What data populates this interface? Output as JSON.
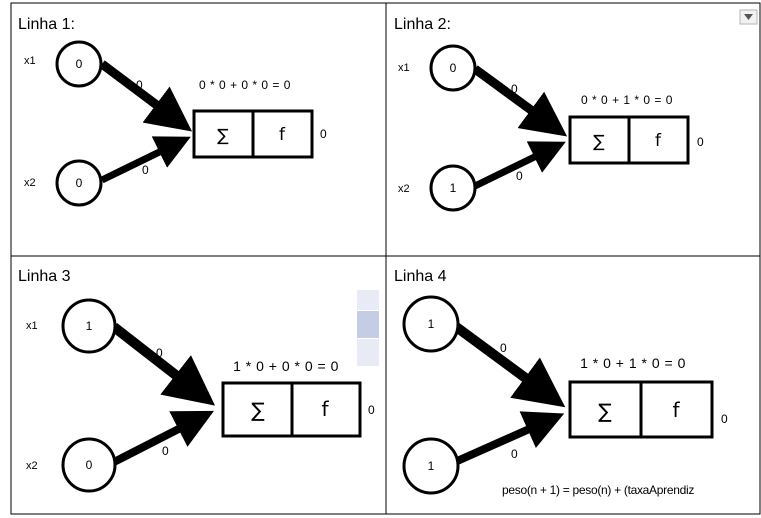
{
  "panels": [
    {
      "title": "Linha 1:",
      "x1_label": "x1",
      "x2_label": "x2",
      "x1_value": "0",
      "x2_value": "0",
      "w1_label": "0",
      "w2_label": "0",
      "equation": "0 * 0 + 0 * 0 = 0",
      "sum_symbol": "∑",
      "func_symbol": "f",
      "output": "0"
    },
    {
      "title": "Linha 2:",
      "x1_label": "x1",
      "x2_label": "x2",
      "x1_value": "0",
      "x2_value": "1",
      "w1_label": "0",
      "w2_label": "0",
      "equation": "0 * 0 + 1 * 0 = 0",
      "sum_symbol": "∑",
      "func_symbol": "f",
      "output": "0"
    },
    {
      "title": "Linha 3",
      "x1_label": "x1",
      "x2_label": "x2",
      "x1_value": "1",
      "x2_value": "0",
      "w1_label": "0",
      "w2_label": "0",
      "equation": "1 * 0 + 0 * 0 = 0",
      "sum_symbol": "∑",
      "func_symbol": "f",
      "output": "0"
    },
    {
      "title": "Linha 4",
      "x1_value": "1",
      "x2_value": "1",
      "w1_label": "0",
      "w2_label": "0",
      "equation": "1 * 0 + 1 * 0 = 0",
      "sum_symbol": "∑",
      "func_symbol": "f",
      "output": "0",
      "formula": "peso(n + 1) = peso(n) + (taxaAprendiz"
    }
  ],
  "controls": {
    "dropdown_icon": "chevron-down-icon"
  }
}
